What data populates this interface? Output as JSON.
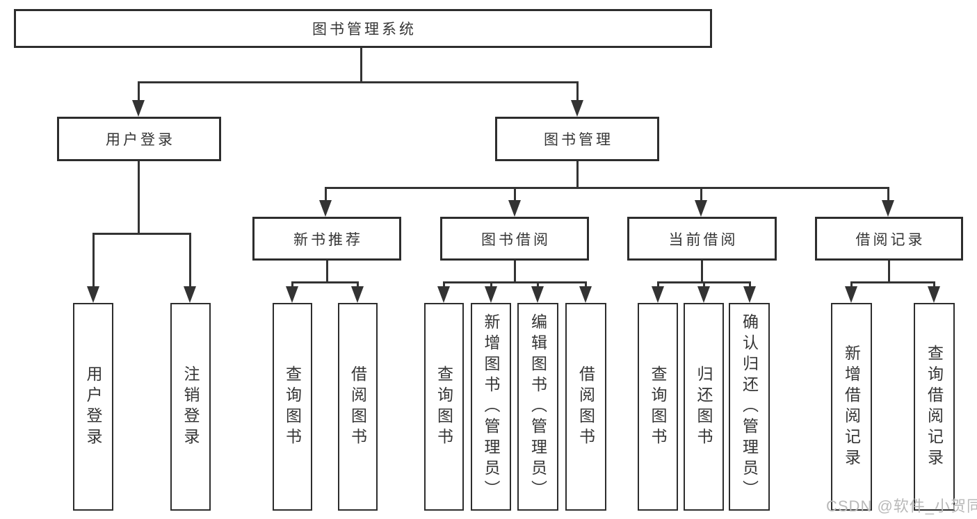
{
  "nodes": {
    "root": "图书管理系统",
    "level2": [
      "用户登录",
      "图书管理"
    ],
    "level3": [
      "新书推荐",
      "图书借阅",
      "当前借阅",
      "借阅记录"
    ],
    "leaves": [
      "用户登录",
      "注销登录",
      "查询图书",
      "借阅图书",
      "查询图书",
      "新增图书（管理员）",
      "编辑图书（管理员）",
      "借阅图书",
      "查询图书",
      "归还图书",
      "确认归还（管理员）",
      "新增借阅记录",
      "查询借阅记录"
    ]
  },
  "watermark": "CSDN @软件_小贺同学",
  "colors": {
    "line": "#333333",
    "box_border": "#2d2d2d",
    "text": "#353535",
    "watermark": "#b9b9b9",
    "background": "#ffffff"
  }
}
